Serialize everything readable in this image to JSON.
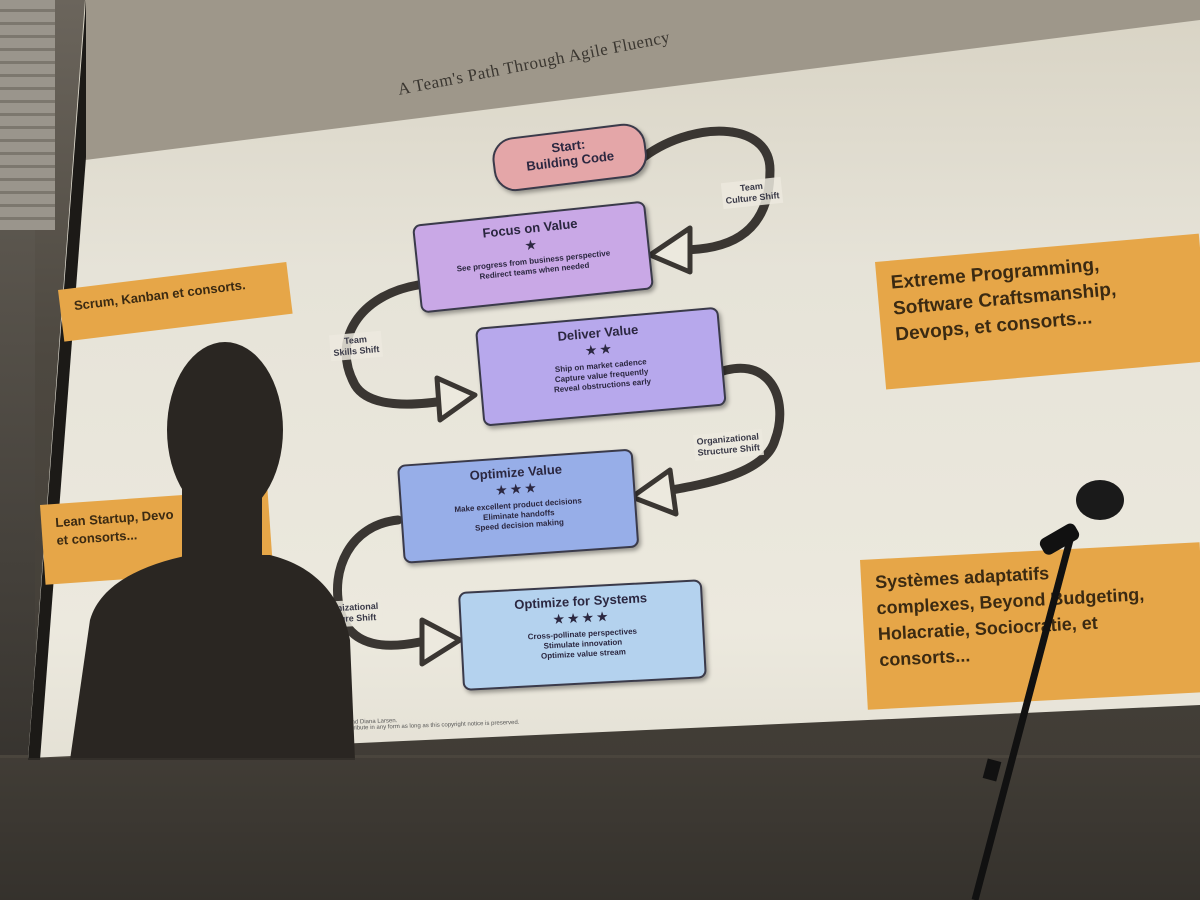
{
  "slide": {
    "title": "A Team's Path Through Agile Fluency",
    "boxes": {
      "start": {
        "title": "Start:",
        "subtitle": "Building Code"
      },
      "focus": {
        "title": "Focus on Value",
        "stars": "★",
        "lines": [
          "See progress from business perspective",
          "Redirect teams when needed"
        ]
      },
      "deliver": {
        "title": "Deliver Value",
        "stars": "★★",
        "lines": [
          "Ship on market cadence",
          "Capture value frequently",
          "Reveal obstructions early"
        ]
      },
      "optimize": {
        "title": "Optimize Value",
        "stars": "★★★",
        "lines": [
          "Make excellent product decisions",
          "Eliminate handoffs",
          "Speed decision making"
        ]
      },
      "systems": {
        "title": "Optimize for Systems",
        "stars": "★★★★",
        "lines": [
          "Cross-pollinate perspectives",
          "Stimulate innovation",
          "Optimize value stream"
        ]
      }
    },
    "shifts": {
      "culture": [
        "Team",
        "Culture Shift"
      ],
      "skills": [
        "Team",
        "Skills Shift"
      ],
      "org_structure": [
        "Organizational",
        "Structure Shift"
      ],
      "org_culture": [
        "nizational",
        "ure Shift"
      ]
    },
    "copyright": [
      "ard and Diana Larsen.",
      "ly distribute in any form as long as this copyright notice is preserved."
    ]
  },
  "notes": {
    "scrum": "Scrum, Kanban et consorts.",
    "xp": [
      "Extreme Programming,",
      "Software Craftsmanship,",
      "Devops, et consorts..."
    ],
    "lean": [
      "Lean Startup, Devo",
      "et consorts..."
    ],
    "systems": [
      "Systèmes adaptatifs",
      "complexes, Beyond Budgeting,",
      "Holacratie, Sociocratie, et",
      "consorts..."
    ]
  },
  "colors": {
    "start": "#e4a6a8",
    "focus": "#c9a8e6",
    "deliver": "#b7a8ec",
    "optimize": "#97aee8",
    "systems": "#b4d2ee",
    "note": "#e6a648"
  }
}
